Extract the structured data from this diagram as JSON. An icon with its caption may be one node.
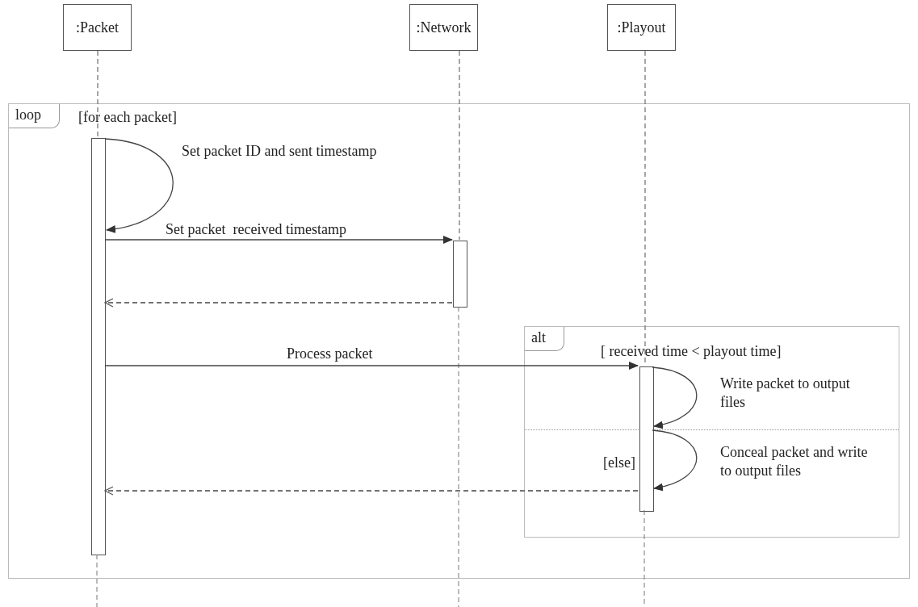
{
  "diagram": {
    "nodes": [
      {
        "text": [
          ":Packet"
        ]
      },
      {
        "text": [
          ":Network"
        ]
      },
      {
        "text": [
          ":Playout"
        ]
      },
      {
        "text": [
          "loop",
          "[for each packet]"
        ]
      },
      {
        "text": [],
        "shape": "bar",
        "in": 3
      },
      {
        "text": [],
        "shape": "bar",
        "in": 3
      },
      {
        "text": [
          "alt",
          "[ received time < playout time]",
          "[else]"
        ],
        "in": 3
      },
      {
        "text": [],
        "shape": "bar",
        "in": 6
      }
    ],
    "edges": [
      {
        "from": 0,
        "to": 4,
        "arrow": "none",
        "style": "dashed"
      },
      {
        "from": 1,
        "to": 5,
        "arrow": "none",
        "style": "dashed"
      },
      {
        "from": 2,
        "to": 7,
        "arrow": "none",
        "style": "dashed"
      },
      {
        "from": 4,
        "to": 4,
        "arrow": "to",
        "label": "Set packet ID and sent timestamp"
      },
      {
        "from": 4,
        "to": 5,
        "arrow": "to",
        "label": "Set packet  received timestamp"
      },
      {
        "from": 5,
        "to": 4,
        "arrow": "to",
        "style": "dashed"
      },
      {
        "from": 4,
        "to": 7,
        "arrow": "to",
        "label": "Process packet"
      },
      {
        "from": 7,
        "to": 7,
        "arrow": "to",
        "label": "Write packet to output files"
      },
      {
        "from": 7,
        "to": 7,
        "arrow": "to",
        "label": "Conceal packet and write to output files"
      },
      {
        "from": 7,
        "to": 4,
        "arrow": "to",
        "style": "dashed"
      }
    ]
  }
}
